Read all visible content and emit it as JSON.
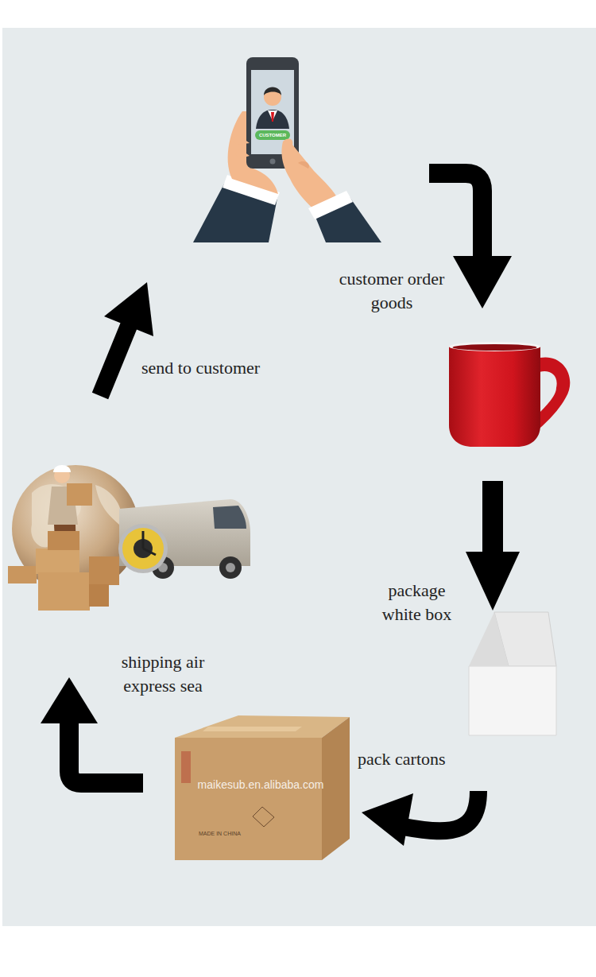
{
  "diagram": {
    "labels": [
      "CUSTOMER",
      "customer order goods",
      "package white box",
      "pack cartons",
      "maikesub.en.alibaba.com",
      "MADE IN CHINA",
      "shipping air express sea",
      "send to customer"
    ]
  }
}
